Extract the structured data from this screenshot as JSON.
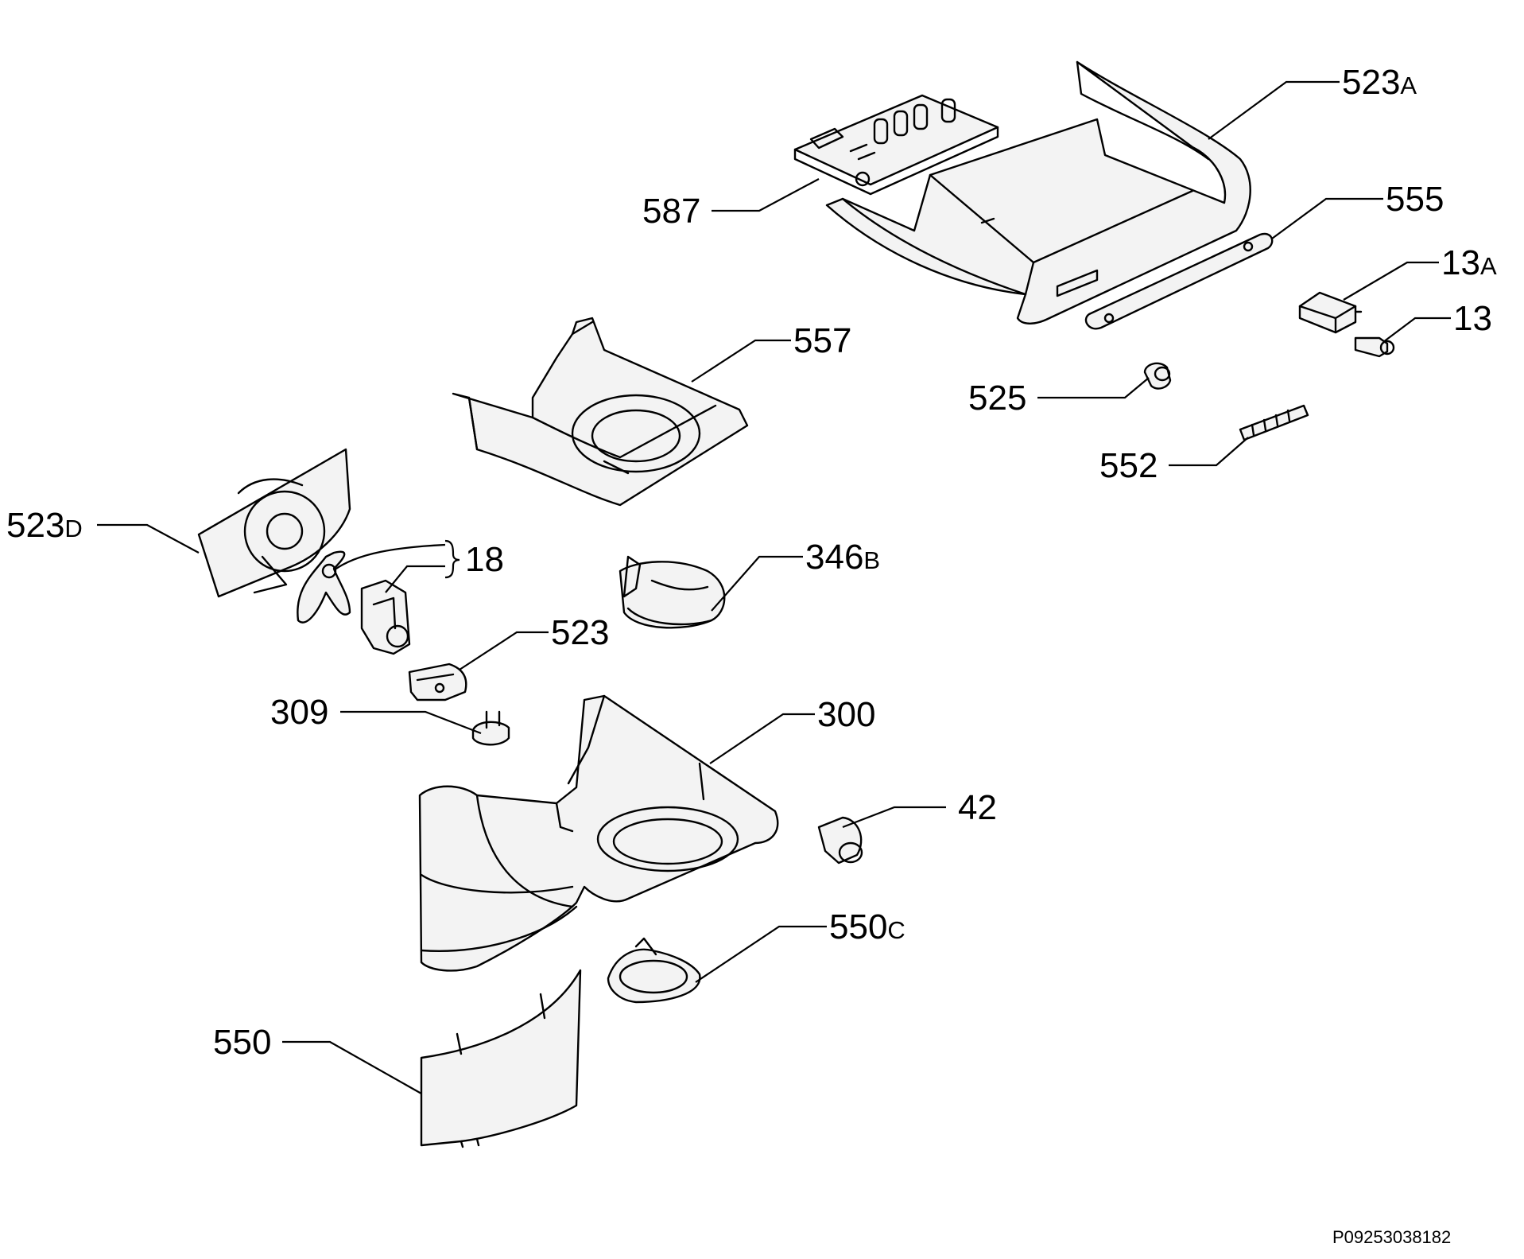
{
  "parts": {
    "p523a": {
      "num": "523",
      "suffix": "A"
    },
    "p587": {
      "num": "587",
      "suffix": ""
    },
    "p555": {
      "num": "555",
      "suffix": ""
    },
    "p13a": {
      "num": "13",
      "suffix": "A"
    },
    "p13": {
      "num": "13",
      "suffix": ""
    },
    "p557": {
      "num": "557",
      "suffix": ""
    },
    "p525": {
      "num": "525",
      "suffix": ""
    },
    "p552": {
      "num": "552",
      "suffix": ""
    },
    "p523d": {
      "num": "523",
      "suffix": "D"
    },
    "p18": {
      "num": "18",
      "suffix": ""
    },
    "p346b": {
      "num": "346",
      "suffix": "B"
    },
    "p523": {
      "num": "523",
      "suffix": ""
    },
    "p309": {
      "num": "309",
      "suffix": ""
    },
    "p300": {
      "num": "300",
      "suffix": ""
    },
    "p42": {
      "num": "42",
      "suffix": ""
    },
    "p550c": {
      "num": "550",
      "suffix": "C"
    },
    "p550": {
      "num": "550",
      "suffix": ""
    }
  },
  "drawing_code": "P09253038182"
}
